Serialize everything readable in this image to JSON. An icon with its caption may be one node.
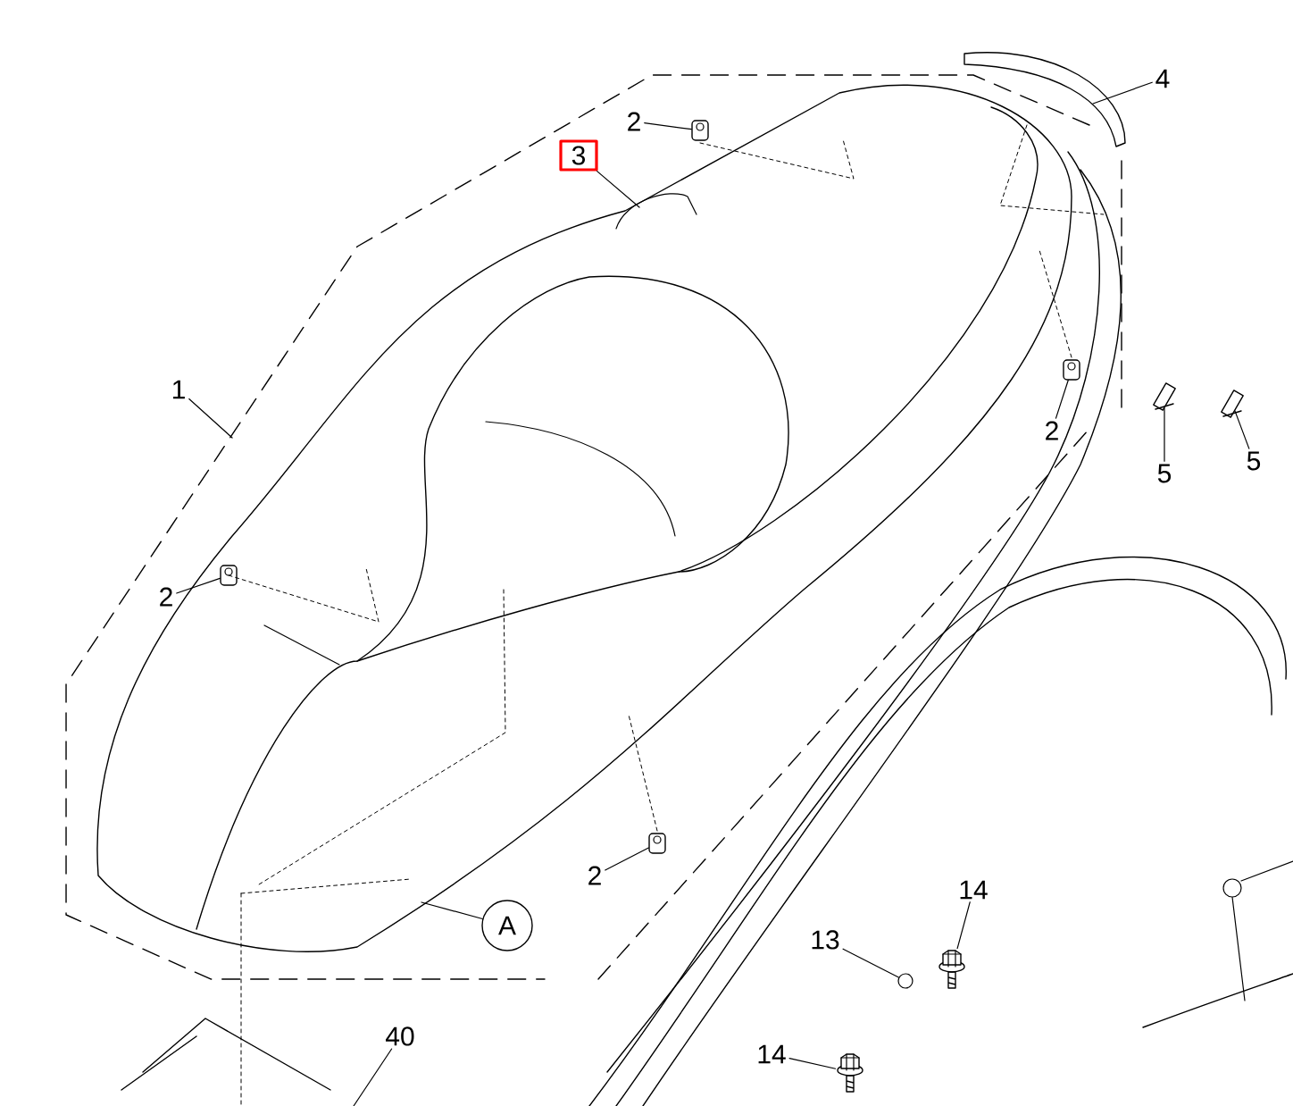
{
  "diagram": {
    "nodes": [
      {
        "text": [
          "1"
        ]
      },
      {
        "text": [
          "2"
        ]
      },
      {
        "text": [],
        "shape": "picture"
      },
      {
        "text": [
          "3"
        ]
      },
      {
        "text": [
          "4"
        ]
      },
      {
        "text": [
          "5"
        ]
      },
      {
        "text": [],
        "shape": "picture"
      },
      {
        "text": [
          "5"
        ]
      },
      {
        "text": [],
        "shape": "picture"
      },
      {
        "text": [
          "2"
        ]
      },
      {
        "text": [],
        "shape": "picture"
      },
      {
        "text": [
          "2"
        ]
      },
      {
        "text": [],
        "shape": "picture"
      },
      {
        "text": [
          "2"
        ]
      },
      {
        "text": [],
        "shape": "picture"
      },
      {
        "text": [
          "A"
        ]
      },
      {
        "text": [
          "40"
        ]
      },
      {
        "text": [
          "13"
        ]
      },
      {
        "text": [],
        "shape": "circle"
      },
      {
        "text": [
          "14"
        ]
      },
      {
        "text": [],
        "shape": "picture"
      },
      {
        "text": [
          "14"
        ]
      },
      {
        "text": [],
        "shape": "picture"
      }
    ],
    "edges": [
      {
        "from": 0,
        "to": null,
        "arrow": "none"
      },
      {
        "from": 1,
        "to": 2,
        "arrow": "none"
      },
      {
        "from": 3,
        "to": null,
        "arrow": "none"
      },
      {
        "from": 4,
        "to": null,
        "arrow": "none"
      },
      {
        "from": 5,
        "to": 6,
        "arrow": "none"
      },
      {
        "from": 7,
        "to": 8,
        "arrow": "none"
      },
      {
        "from": 9,
        "to": 10,
        "arrow": "none"
      },
      {
        "from": 11,
        "to": 12,
        "arrow": "none"
      },
      {
        "from": 13,
        "to": 14,
        "arrow": "none"
      },
      {
        "from": 15,
        "to": null,
        "arrow": "none"
      },
      {
        "from": 16,
        "to": null,
        "arrow": "none"
      },
      {
        "from": 17,
        "to": 18,
        "arrow": "none"
      },
      {
        "from": 19,
        "to": 20,
        "arrow": "none"
      },
      {
        "from": 21,
        "to": 22,
        "arrow": "none"
      }
    ]
  }
}
